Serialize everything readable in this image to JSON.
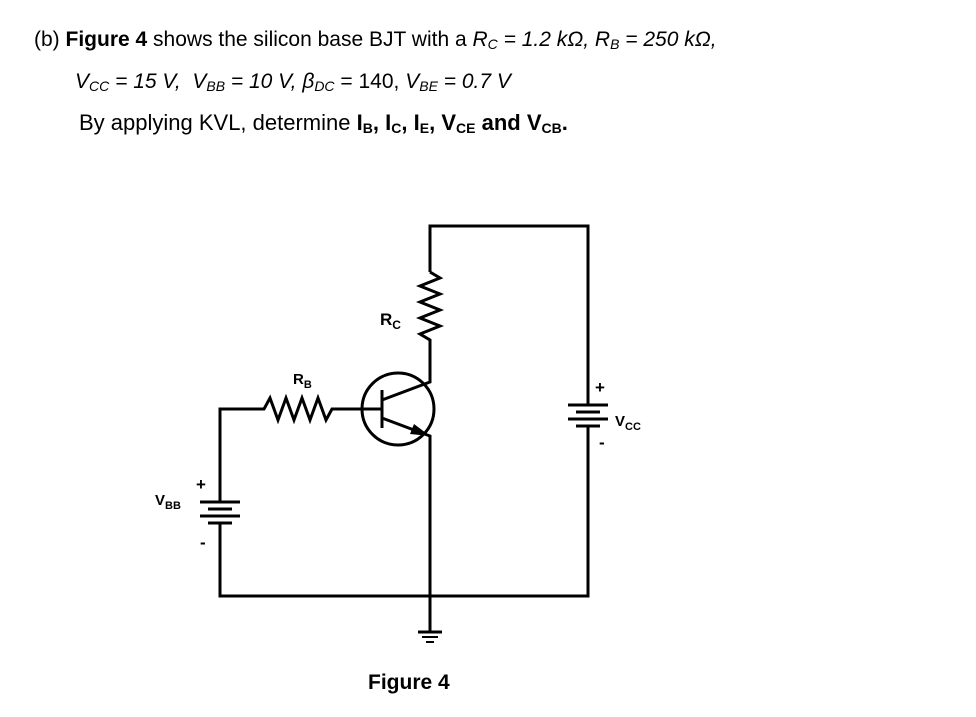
{
  "question": {
    "part": "(b)",
    "fig_ref": "Figure 4",
    "shows_text": "shows the silicon base BJT with a",
    "rc": {
      "sym": "R",
      "sub": "C",
      "val": "= 1.2 kΩ,"
    },
    "rb": {
      "sym": "R",
      "sub": "B",
      "val": "= 250 kΩ,"
    },
    "vcc": {
      "sym": "V",
      "sub": "CC",
      "val": "= 15 V,"
    },
    "vbb": {
      "sym": "V",
      "sub": "BB",
      "val": "= 10 V,"
    },
    "beta": {
      "sym": "β",
      "sub": "DC",
      "val": "= 140,"
    },
    "vbe": {
      "sym": "V",
      "sub": "BE",
      "val": "= 0.7 V"
    },
    "instruction_start": "By applying KVL, determine",
    "targets": [
      {
        "sym": "I",
        "sub": "B",
        "sep": ","
      },
      {
        "sym": "I",
        "sub": "C",
        "sep": ","
      },
      {
        "sym": "I",
        "sub": "E",
        "sep": ","
      },
      {
        "sym": "V",
        "sub": "CE",
        "sep": ""
      },
      {
        "sym": "V",
        "sub": "CB",
        "sep": "."
      }
    ],
    "and_word": "and"
  },
  "diagram": {
    "rc_label": {
      "main": "R",
      "sub": "C"
    },
    "rb_label": {
      "main": "R",
      "sub": "B"
    },
    "vcc_label": {
      "main": "V",
      "sub": "CC"
    },
    "vbb_label": {
      "main": "V",
      "sub": "BB"
    },
    "plus_sign": "+",
    "minus_sign": "-",
    "caption": "Figure 4"
  }
}
